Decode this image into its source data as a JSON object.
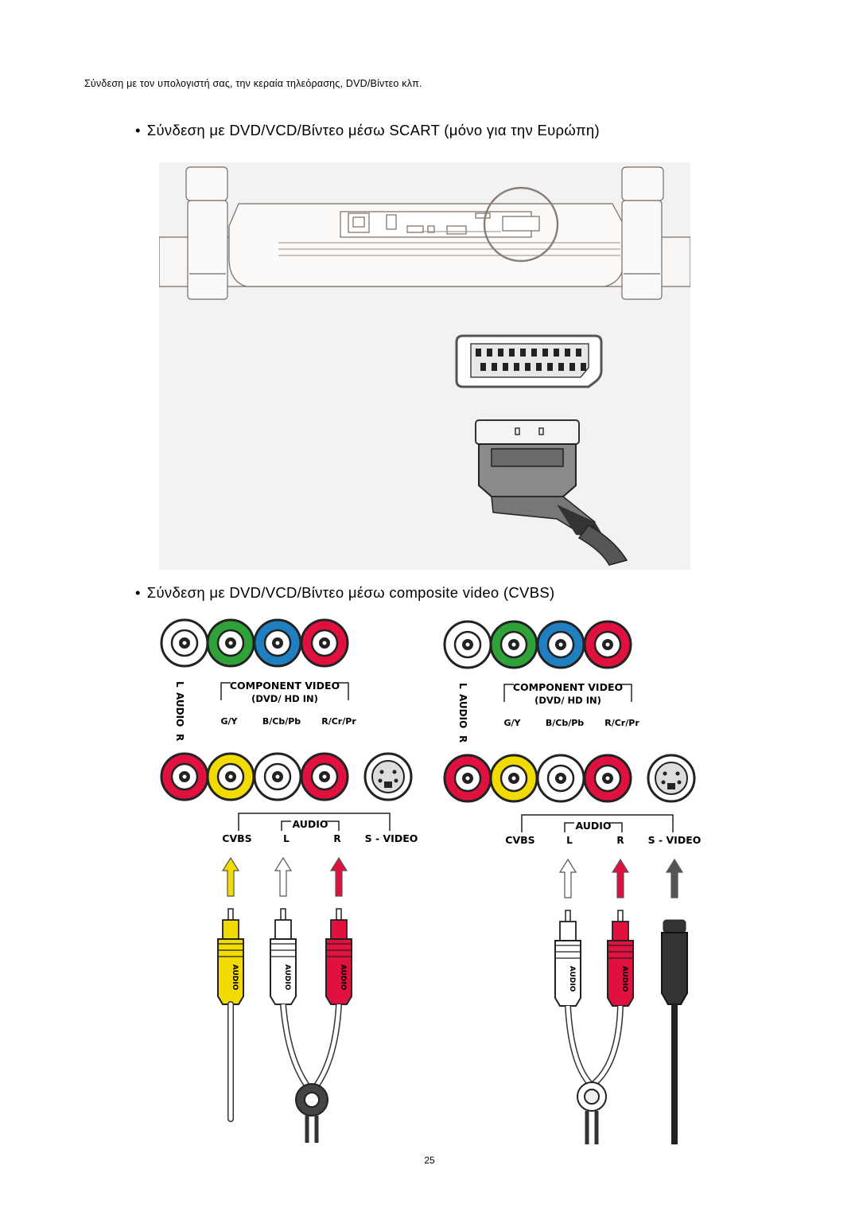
{
  "header": {
    "running_title": "Σύνδεση με τον υπολογιστή σας, την κεραία τηλεόρασης, DVD/Βίντεο κλπ."
  },
  "sections": [
    {
      "bullet": "•",
      "title": "Σύνδεση με DVD/VCD/Βίντεο μέσω SCART (μόνο για την Ευρώπη)"
    },
    {
      "bullet": "•",
      "title": "Σύνδεση με DVD/VCD/Βίντεο μέσω composite video (CVBS)"
    }
  ],
  "panel": {
    "top_labels": {
      "audio": "AUDIO",
      "audio_l": "L",
      "audio_r": "R",
      "component": "COMPONENT VIDEO",
      "component_sub": "(DVD/ HD IN)",
      "gy": "G/Y",
      "bcb": "B/Cb/Pb",
      "rcr": "R/Cr/Pr"
    },
    "bottom_labels": {
      "cvbs": "CVBS",
      "audio": "AUDIO",
      "l": "L",
      "r": "R",
      "svideo": "S - VIDEO"
    },
    "plug_text": "AUDIO",
    "colors": {
      "white": "#ffffff",
      "green": "#2fa33a",
      "blue": "#1f7fc0",
      "red": "#e0113f",
      "yellow": "#f2dc00",
      "dark": "#333333"
    }
  },
  "footer": {
    "page_number": "25"
  }
}
